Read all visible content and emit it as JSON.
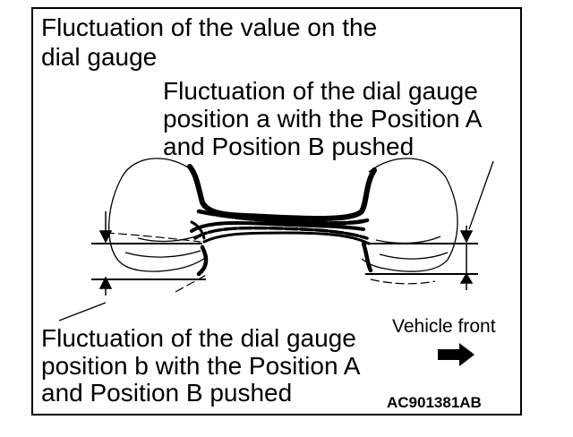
{
  "labels": {
    "top_line1": "Fluctuation of the value on the",
    "top_line2": "dial gauge",
    "position_a_line1": "Fluctuation of the dial gauge",
    "position_a_line2": "position a with the Position A",
    "position_a_line3": "and Position B pushed",
    "position_b_line1": "Fluctuation of the dial gauge",
    "position_b_line2": "position b with the Position A",
    "position_b_line3": "and Position B pushed",
    "vehicle_front": "Vehicle front",
    "figure_code": "AC901381AB"
  },
  "colors": {
    "ink": "#000000",
    "paper": "#ffffff"
  },
  "icons": {
    "direction": "right-arrow-icon"
  }
}
